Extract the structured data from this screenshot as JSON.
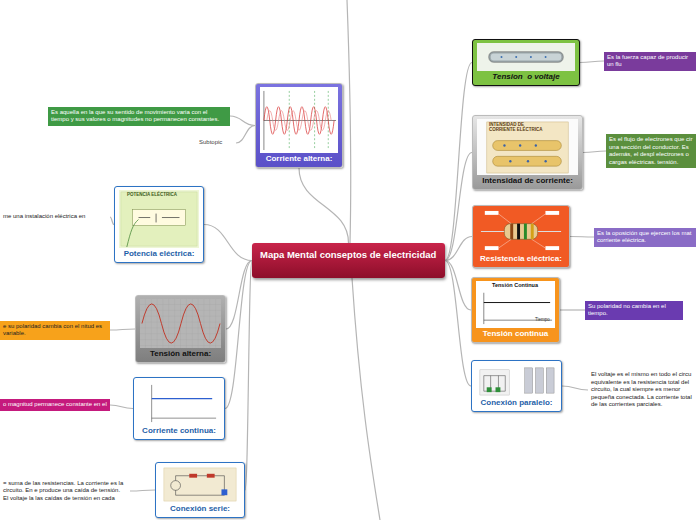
{
  "diagram": {
    "nodes": [
      {
        "text": [
          "Mapa Mental conseptos de electricidad"
        ]
      },
      {
        "text": [
          "Corriente alterna:"
        ]
      },
      {
        "text": [
          "Es aquella en la que su sentido de movimiento varia con el tiempo y sus valores o magnitudes no permanecen constantes."
        ]
      },
      {
        "text": [
          "Subtopic"
        ]
      },
      {
        "text": [
          "Tension  o voltaje"
        ]
      },
      {
        "text": [
          "Es la fuerza capaz de producir un flu"
        ]
      },
      {
        "text": [
          "Intensidad de corriente:"
        ]
      },
      {
        "text": [
          "Es el flujo de electrones que cir una sección del conductor. Es además, el despl electrones o cargas eléctricas. tensión."
        ]
      },
      {
        "text": [
          "Resistencia eléctrica:"
        ]
      },
      {
        "text": [
          "Es la oposición que ejercen los mat corriente eléctrica."
        ]
      },
      {
        "text": [
          "Tensión continua"
        ]
      },
      {
        "text": [
          "Su polaridad no cambia en el tiempo."
        ]
      },
      {
        "text": [
          "Conexión paralelo:"
        ]
      },
      {
        "text": [
          "El voltaje es el mismo en todo el circu equivalente es la resistencia total del circuito, la cual siempre es menor pequeña conectada. La corriente total de las corrientes parciales."
        ]
      },
      {
        "text": [
          "Potencia eléctrica:"
        ]
      },
      {
        "text": [
          "me una instalación eléctrica en"
        ]
      },
      {
        "text": [
          "Tensión alterna:"
        ]
      },
      {
        "text": [
          "e su polaridad cambia con el nitud es variable."
        ]
      },
      {
        "text": [
          "Corriente continua:"
        ]
      },
      {
        "text": [
          "o magnitud permanece constante en el"
        ]
      },
      {
        "text": [
          "Conexión serie:"
        ]
      },
      {
        "text": [
          "= suma de las resistencias. La corriente es la circuito. En e produce una caída de tensión. El voltaje la las caídas de tensión en cada"
        ]
      }
    ],
    "edges": [
      {
        "from": 0,
        "to": 1,
        "arrow": "none"
      },
      {
        "from": 0,
        "to": 4,
        "arrow": "none"
      },
      {
        "from": 0,
        "to": 6,
        "arrow": "none"
      },
      {
        "from": 0,
        "to": 8,
        "arrow": "none"
      },
      {
        "from": 0,
        "to": 10,
        "arrow": "none"
      },
      {
        "from": 0,
        "to": 12,
        "arrow": "none"
      },
      {
        "from": 0,
        "to": 14,
        "arrow": "none"
      },
      {
        "from": 0,
        "to": 16,
        "arrow": "none"
      },
      {
        "from": 0,
        "to": 18,
        "arrow": "none"
      },
      {
        "from": 0,
        "to": 20,
        "arrow": "none"
      },
      {
        "from": 1,
        "to": 2,
        "arrow": "none"
      },
      {
        "from": 1,
        "to": 3,
        "arrow": "none"
      },
      {
        "from": 4,
        "to": 5,
        "arrow": "none"
      },
      {
        "from": 6,
        "to": 7,
        "arrow": "none"
      },
      {
        "from": 8,
        "to": 9,
        "arrow": "none"
      },
      {
        "from": 10,
        "to": 11,
        "arrow": "none"
      },
      {
        "from": 12,
        "to": 13,
        "arrow": "none"
      },
      {
        "from": 14,
        "to": 15,
        "arrow": "none"
      },
      {
        "from": 16,
        "to": 17,
        "arrow": "none"
      },
      {
        "from": 18,
        "to": 19,
        "arrow": "none"
      },
      {
        "from": 20,
        "to": 21,
        "arrow": "none"
      }
    ],
    "labels": [
      "Tensión Continua",
      "Tiempo",
      "INTENSIDAD DE CORRIENTE ELÉCTRICA",
      "POTENCIA ELÉCTRICA"
    ]
  }
}
